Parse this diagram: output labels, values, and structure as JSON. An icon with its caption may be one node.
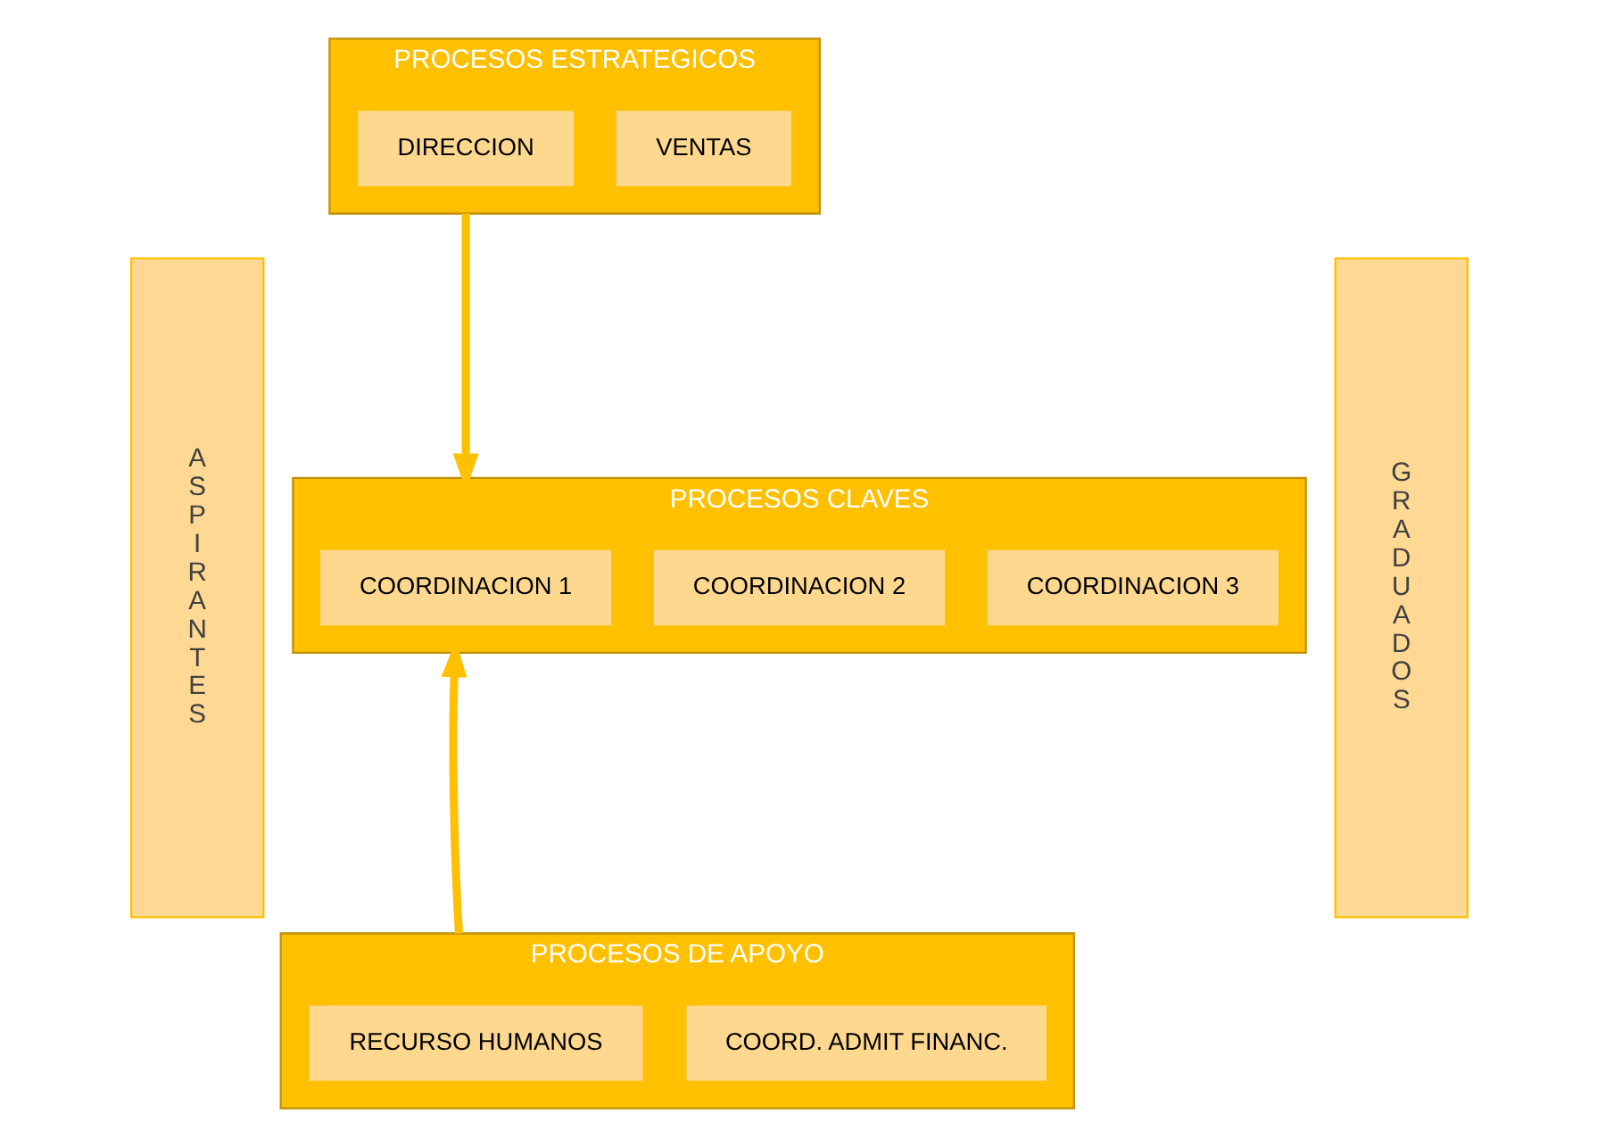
{
  "diagram": {
    "nodes": [
      {
        "text": [
          "A S P I R A N T E S"
        ]
      },
      {
        "text": [
          "PROCESOS ESTRATEGICOS"
        ]
      },
      {
        "text": [
          "DIRECCION"
        ],
        "in": 1
      },
      {
        "text": [
          "VENTAS"
        ],
        "in": 1
      },
      {
        "text": [
          "PROCESOS CLAVES"
        ]
      },
      {
        "text": [
          "COORDINACION 1"
        ],
        "in": 4
      },
      {
        "text": [
          "COORDINACION 2"
        ],
        "in": 4
      },
      {
        "text": [
          "COORDINACION 3"
        ],
        "in": 4
      },
      {
        "text": [
          "PROCESOS DE APOYO"
        ]
      },
      {
        "text": [
          "RECURSO HUMANOS"
        ],
        "in": 8
      },
      {
        "text": [
          "COORD. ADMIT FINANC."
        ],
        "in": 8
      },
      {
        "text": [
          "G R A D U A D O S"
        ]
      }
    ],
    "edges": [
      {
        "from": 1,
        "to": 4,
        "arrow": "to"
      },
      {
        "from": 8,
        "to": 4,
        "arrow": "to"
      }
    ]
  }
}
